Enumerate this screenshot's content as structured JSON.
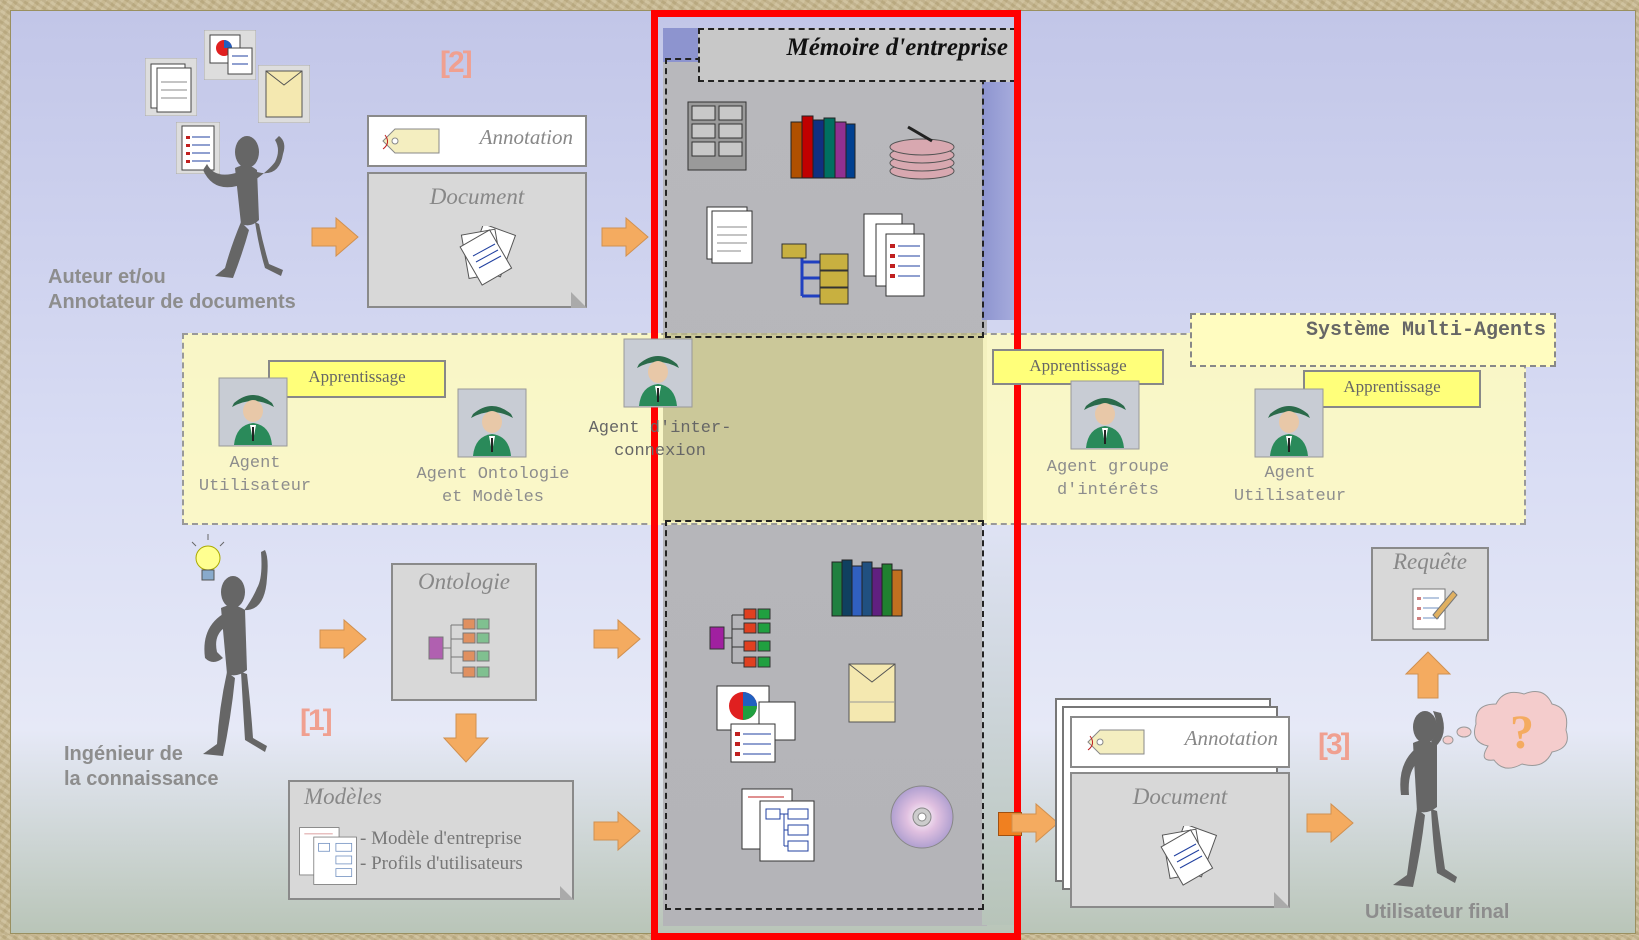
{
  "memory": {
    "title": "Mémoire d'entreprise"
  },
  "mas": {
    "title": "Système Multi-Agents"
  },
  "author": {
    "line1": "Auteur et/ou",
    "line2": "Annotateur de documents"
  },
  "engineer": {
    "line1": "Ingénieur de",
    "line2": "la connaissance"
  },
  "end_user": {
    "label": "Utilisateur final"
  },
  "boxes": {
    "annotation_top": "Annotation",
    "document_top": "Document",
    "ontologie": "Ontologie",
    "modeles": "Modèles",
    "modeles_item1": "- Modèle d'entreprise",
    "modeles_item2": "- Profils d'utilisateurs",
    "annotation_right": "Annotation",
    "document_right": "Document",
    "requete": "Requête"
  },
  "step_numbers": {
    "n1": "[1]",
    "n2": "[2]",
    "n3": "[3]"
  },
  "agents": {
    "learning": "Apprentissage",
    "user_left_1": "Agent",
    "user_left_2": "Utilisateur",
    "onto_1": "Agent Ontologie",
    "onto_2": "et Modèles",
    "inter_1": "Agent d'inter-",
    "inter_2": "connexion",
    "group_1": "Agent groupe",
    "group_2": "d'intérêts",
    "user_right_1": "Agent",
    "user_right_2": "Utilisateur"
  },
  "colors": {
    "memory_border": "#ff0000",
    "mas_fill": "#fffcc0",
    "arrow": "#f4ab60",
    "learning_fill": "#ffff7a"
  },
  "icons": [
    "filing-cabinet-icon",
    "books-icon",
    "database-disks-icon",
    "memo-icon",
    "folder-tree-icon",
    "forms-icon",
    "hierarchy-icon",
    "books-stack-icon",
    "envelope-icon",
    "charts-icon",
    "cd-icon",
    "diagram-icon",
    "idea-bulb-icon",
    "question-cloud-icon",
    "agent-icon"
  ]
}
